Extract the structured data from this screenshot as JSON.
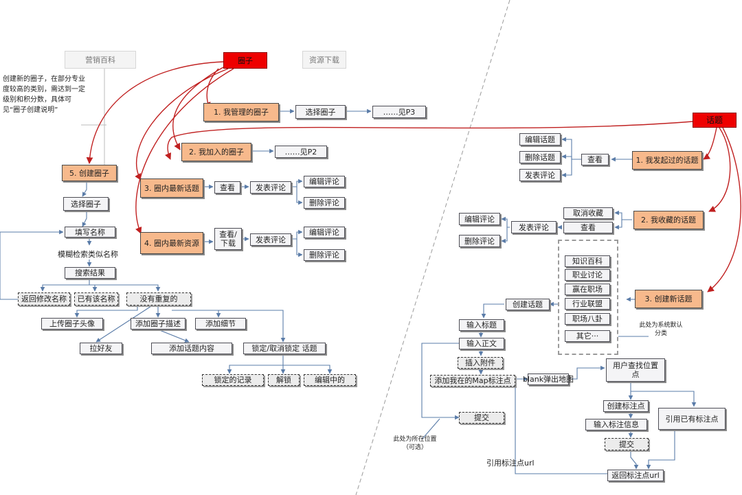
{
  "colors": {
    "accent_red": "#ee0000",
    "task_orange": "#f7b98c",
    "node_fill": "#f4f4f6",
    "connector_blue": "#5a7ca8",
    "flow_red": "#c02020"
  },
  "left": {
    "tabs": {
      "marketing": "营销百科",
      "circle": "圈子",
      "download": "资源下载"
    },
    "note_create": "创建新的圈子，在部分专业度较高的类别，需达到一定级别和积分数，具体可见“圈子创建说明”",
    "manage": {
      "title": "1. 我管理的圈子",
      "select": "选择圈子",
      "see": "……见P3"
    },
    "joined": {
      "title": "2. 我加入的圈子",
      "see": "……见P2"
    },
    "topics": {
      "title": "3. 圈内最新话题",
      "view": "查看",
      "comment": "发表评论",
      "edit": "编辑评论",
      "delete": "删除评论"
    },
    "resources": {
      "title": "4. 圈内最新资源",
      "view": "查看/下载",
      "comment": "发表评论",
      "edit": "编辑评论",
      "delete": "删除评论"
    },
    "create": {
      "title": "5. 创建圈子",
      "select": "选择圈子",
      "fill_name": "填写名称",
      "fuzzy": "模糊检索类似名称",
      "results": "搜索结果",
      "back": "返回修改名称",
      "exists": "已有该名称",
      "no_dup": "没有重复的",
      "upload_avatar": "上传圈子头像",
      "add_desc": "添加圈子描述",
      "add_detail": "添加细节",
      "invite": "拉好友",
      "add_topic": "添加话题内容",
      "lock": "锁定/取消锁定 话题",
      "locked_log": "锁定的记录",
      "unlock": "解锁",
      "editing": "编辑中的"
    }
  },
  "right": {
    "topic": "话题",
    "started": {
      "title": "1. 我发起过的话题",
      "view": "查看",
      "edit": "编辑话题",
      "delete": "删除话题",
      "comment": "发表评论"
    },
    "favorites": {
      "title": "2. 我收藏的话题",
      "cancel": "取消收藏",
      "view": "查看",
      "comment": "发表评论",
      "edit": "编辑评论",
      "delete": "删除评论"
    },
    "create": {
      "title": "3. 创建新话题",
      "categories": [
        "知识百科",
        "职业讨论",
        "赢在职场",
        "行业联盟",
        "职场八卦",
        "其它···"
      ],
      "category_note": "此处为系统默认分类",
      "create_topic": "创建话题",
      "input_title": "输入标题",
      "input_body": "输入正文",
      "attach": "插入附件",
      "add_map": "添加我在的Map标注点",
      "blank_map": "blank弹出地图",
      "find_location": "用户查找位置点",
      "create_marker": "创建标注点",
      "input_marker": "输入标注信息",
      "submit2": "提交",
      "reuse_marker": "引用已有标注点",
      "return_url": "返回标注点url",
      "cite_url": "引用标注点url",
      "submit": "提交",
      "location_note": "此处为所在位置（可选）"
    }
  }
}
